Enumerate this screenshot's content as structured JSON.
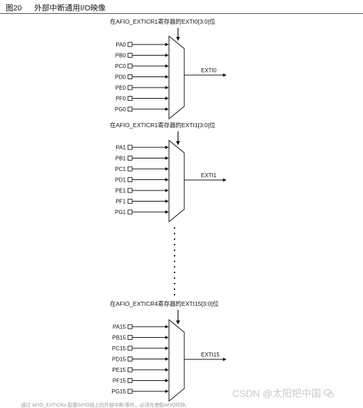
{
  "figure": {
    "number": "图20",
    "title": "外部中断通用I/O映像"
  },
  "muxes": [
    {
      "register_label": "在AFIO_EXTICR1寄存器的EXTI0[3:0]位",
      "inputs": [
        "PA0",
        "PB0",
        "PC0",
        "PD0",
        "PE0",
        "PF0",
        "PG0"
      ],
      "output": "EXTI0"
    },
    {
      "register_label": "在AFIO_EXTICR1寄存器的EXTI1[3:0]位",
      "inputs": [
        "PA1",
        "PB1",
        "PC1",
        "PD1",
        "PE1",
        "PF1",
        "PG1"
      ],
      "output": "EXTI1"
    },
    {
      "register_label": "在AFIO_EXTICR4寄存器的EXTI15[3:0]位",
      "inputs": [
        "PA15",
        "PB15",
        "PC15",
        "PD15",
        "PE15",
        "PF15",
        "PG15"
      ],
      "output": "EXTI15"
    }
  ],
  "watermark": {
    "text": "CSDN @太阳把中国",
    "icon": "wechat-icon"
  },
  "footer_fragment": "通过 AFIO_EXTICRx 配置GPIO线上的外部中断/事件，必须先使能AFIO时钟。"
}
